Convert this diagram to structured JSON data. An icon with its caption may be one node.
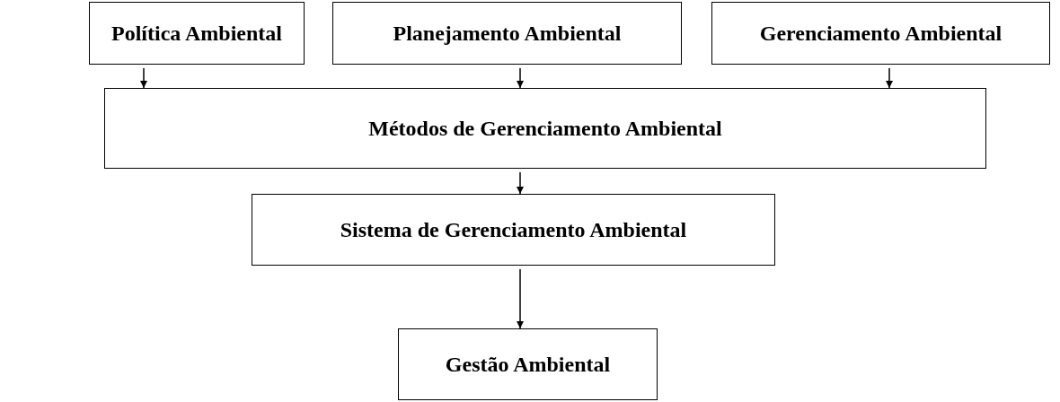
{
  "diagram": {
    "nodes": [
      {
        "text": [
          "Política Ambiental"
        ]
      },
      {
        "text": [
          "Planejamento Ambiental"
        ]
      },
      {
        "text": [
          "Gerenciamento Ambiental"
        ]
      },
      {
        "text": [
          "Métodos de Gerenciamento Ambiental"
        ]
      },
      {
        "text": [
          "Sistema de Gerenciamento Ambiental"
        ]
      },
      {
        "text": [
          "Gestão Ambiental"
        ]
      }
    ],
    "edges": [
      {
        "from": 0,
        "to": 3,
        "arrow": "to"
      },
      {
        "from": 1,
        "to": 3,
        "arrow": "to"
      },
      {
        "from": 2,
        "to": 3,
        "arrow": "to"
      },
      {
        "from": 3,
        "to": 4,
        "arrow": "to"
      },
      {
        "from": 4,
        "to": 5,
        "arrow": "to"
      }
    ]
  }
}
